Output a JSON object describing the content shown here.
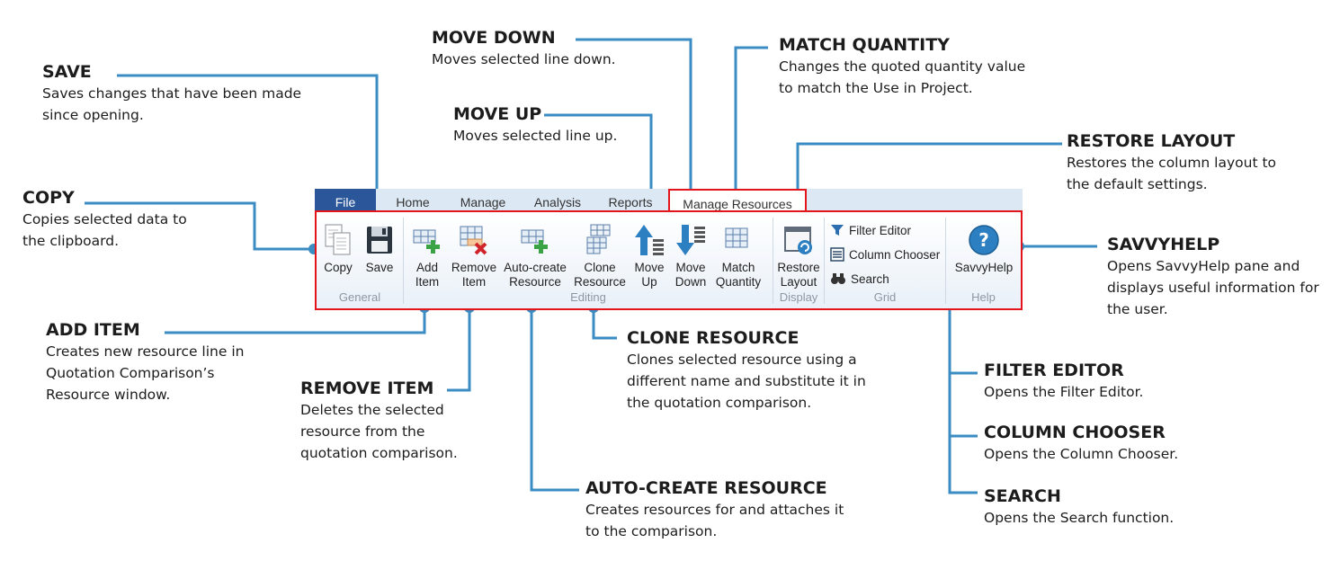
{
  "callouts": {
    "save": {
      "title": "SAVE",
      "desc": "Saves changes that have been made since opening."
    },
    "copy": {
      "title": "COPY",
      "desc": "Copies selected data to the clipboard."
    },
    "move_down": {
      "title": "MOVE DOWN",
      "desc": "Moves selected line down."
    },
    "move_up": {
      "title": "MOVE UP",
      "desc": "Moves selected line up."
    },
    "match_quantity": {
      "title": "MATCH QUANTITY",
      "desc": "Changes the quoted quantity value to match the Use in Project."
    },
    "restore_layout": {
      "title": "RESTORE LAYOUT",
      "desc": "Restores the column layout to the default settings."
    },
    "savvyhelp": {
      "title": "SAVVYHELP",
      "desc": "Opens SavvyHelp pane and displays useful information for the user."
    },
    "add_item": {
      "title": "ADD ITEM",
      "desc": "Creates new resource line in Quotation Comparison’s Resource window."
    },
    "remove_item": {
      "title": "REMOVE ITEM",
      "desc": "Deletes the selected resource from the quotation comparison."
    },
    "clone_resource": {
      "title": "CLONE RESOURCE",
      "desc": "Clones selected resource using a different name and substitute it in the quotation comparison."
    },
    "auto_create": {
      "title": "AUTO-CREATE RESOURCE",
      "desc": "Creates resources for and attaches it to the comparison."
    },
    "filter_editor": {
      "title": "FILTER EDITOR",
      "desc": "Opens the Filter Editor."
    },
    "column_chooser": {
      "title": "COLUMN CHOOSER",
      "desc": "Opens the Column Chooser."
    },
    "search": {
      "title": "SEARCH",
      "desc": "Opens the Search function."
    }
  },
  "ribbon": {
    "tabs": [
      "File",
      "Home",
      "Manage",
      "Analysis",
      "Reports",
      "Manage Resources"
    ],
    "groups": {
      "general": "General",
      "editing": "Editing",
      "display": "Display",
      "grid": "Grid",
      "help": "Help"
    },
    "buttons": {
      "copy": "Copy",
      "save": "Save",
      "add_item": "Add\nItem",
      "remove_item": "Remove\nItem",
      "auto_create": "Auto-create\nResource",
      "clone": "Clone\nResource",
      "move_up": "Move\nUp",
      "move_down": "Move\nDown",
      "match_quantity": "Match\nQuantity",
      "restore_layout": "Restore\nLayout",
      "filter_editor": "Filter Editor",
      "column_chooser": "Column Chooser",
      "search": "Search",
      "savvyhelp": "SavvyHelp"
    }
  },
  "colors": {
    "accent_blue": "#3a8cc3",
    "ribbon_border": "#e4141b",
    "file_tab": "#2b579a"
  }
}
